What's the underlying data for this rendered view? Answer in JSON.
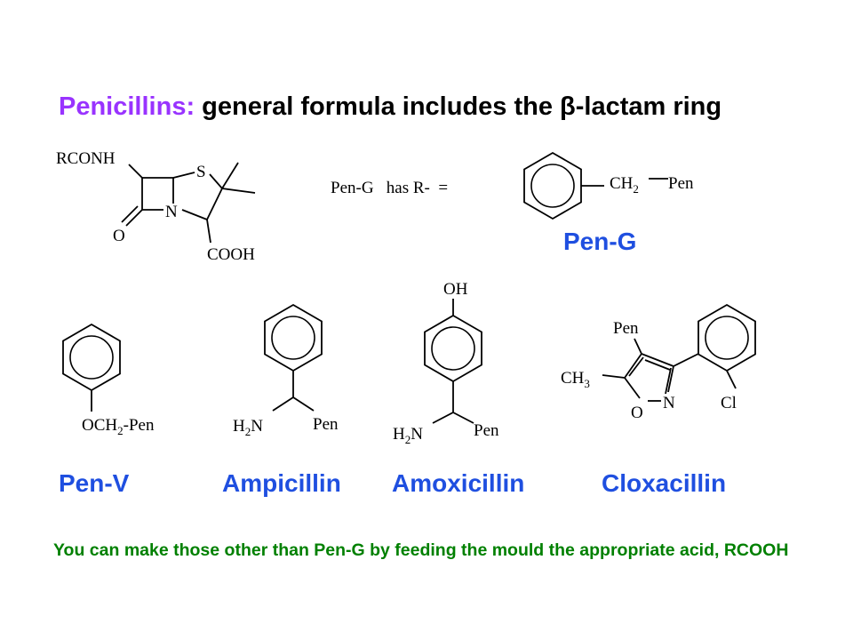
{
  "title": {
    "lead": "Penicillins:",
    "rest": "general formula includes the β-lactam ring"
  },
  "core": {
    "rconh": "RCONH",
    "s": "S",
    "n": "N",
    "o": "O",
    "cooh": "COOH"
  },
  "pen_g_def": {
    "text": "Pen-G   has R-  =",
    "ch2": "CH",
    "ch2_sub": "2",
    "pen": "Pen"
  },
  "pen_g_label": "Pen-G",
  "pen_v": {
    "och2": "OCH",
    "sub": "2",
    "tail": "-Pen",
    "label": "Pen-V"
  },
  "ampicillin": {
    "h2n_h": "H",
    "h2n_sub": "2",
    "h2n_n": "N",
    "pen": "Pen",
    "label": "Ampicillin"
  },
  "amoxicillin": {
    "oh": "OH",
    "h2n_h": "H",
    "h2n_sub": "2",
    "h2n_n": "N",
    "pen": "Pen",
    "label": "Amoxicillin"
  },
  "cloxacillin": {
    "pen": "Pen",
    "ch3": "CH",
    "ch3_sub": "3",
    "o": "O",
    "n": "N",
    "cl": "Cl",
    "label": "Cloxacillin"
  },
  "note": "You can make those other than Pen-G by feeding the mould the appropriate acid, RCOOH",
  "colors": {
    "title_lead": "#9933ff",
    "labels": "#1f4fe0",
    "note": "#008000"
  }
}
